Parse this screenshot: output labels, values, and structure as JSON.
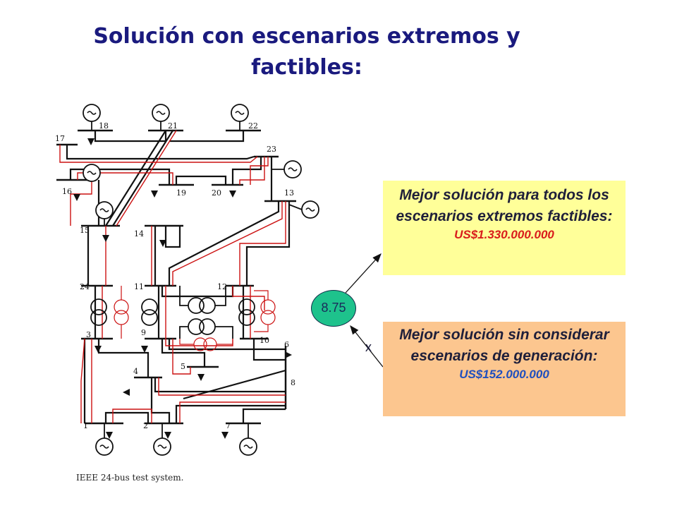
{
  "title": {
    "line1": "Solución con escenarios extremos y",
    "line2": "factibles:"
  },
  "box_feasible": {
    "text": "Mejor solución para todos los escenarios extremos factibles:",
    "value": "US$1.330.000.000"
  },
  "box_no_gen": {
    "text": "Mejor solución sin considerar escenarios de generación:",
    "value": "US$152.000.000"
  },
  "node_value": "8.75",
  "x_mark": "x",
  "caption": "IEEE 24-bus test system.",
  "bus_labels": {
    "b1": "1",
    "b2": "2",
    "b3": "3",
    "b4": "4",
    "b5": "5",
    "b6": "6",
    "b7": "7",
    "b8": "8",
    "b9": "9",
    "b10": "10",
    "b11": "11",
    "b12": "12",
    "b13": "13",
    "b14": "14",
    "b15": "15",
    "b16": "16",
    "b17": "17",
    "b18": "18",
    "b19": "19",
    "b20": "20",
    "b21": "21",
    "b22": "22",
    "b23": "23",
    "b24": "24"
  },
  "colors": {
    "title": "#1a1a7e",
    "box_feasible_bg": "#ffff99",
    "box_no_gen_bg": "#fcc68f",
    "node_fill": "#1ec28c",
    "value_red": "#d91c1c",
    "value_blue": "#1f4fbf",
    "highlight_line": "#cc1111"
  }
}
